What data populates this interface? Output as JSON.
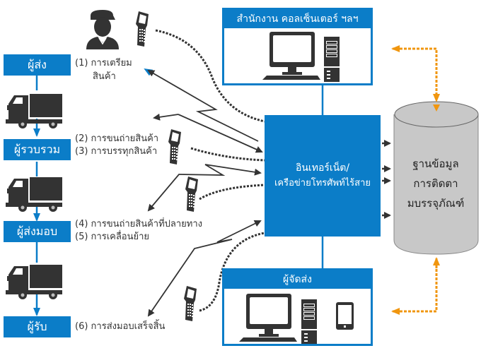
{
  "roles": [
    {
      "label": "ผู้ส่ง"
    },
    {
      "label": "ผู้รวบรวม"
    },
    {
      "label": "ผู้ส่งมอบ"
    },
    {
      "label": "ผู้รับ"
    }
  ],
  "steps": {
    "step1_line1": "(1) การเตรียม",
    "step1_line2": "สินค้า",
    "step2": "(2) การขนถ่ายสินค้า",
    "step3": "(3) การบรรทุกสินค้า",
    "step4": "(4) การขนถ่ายสินค้าที่ปลายทาง",
    "step5": "(5) การเคลื่อนย้าย",
    "step6": "(6) การส่งมอบเสร็จสิ้น"
  },
  "office_panel": {
    "title": "สำนักงาน คอลเซ็นเตอร์ ฯลฯ"
  },
  "shipper_panel": {
    "title": "ผู้จัดส่ง"
  },
  "hub": {
    "line1": "อินเทอร์เน็ต/",
    "line2": "เครือข่ายโทรศัพท์ไร้สาย"
  },
  "database": {
    "line1": "ฐานข้อมูล",
    "line2": "การติดตา",
    "line3": "มบรรจุภัณฑ์"
  },
  "colors": {
    "primary_blue": "#0b7dc8",
    "orange_link": "#f0960f",
    "icon_dark": "#333333",
    "db_fill": "#c8c8c8"
  }
}
